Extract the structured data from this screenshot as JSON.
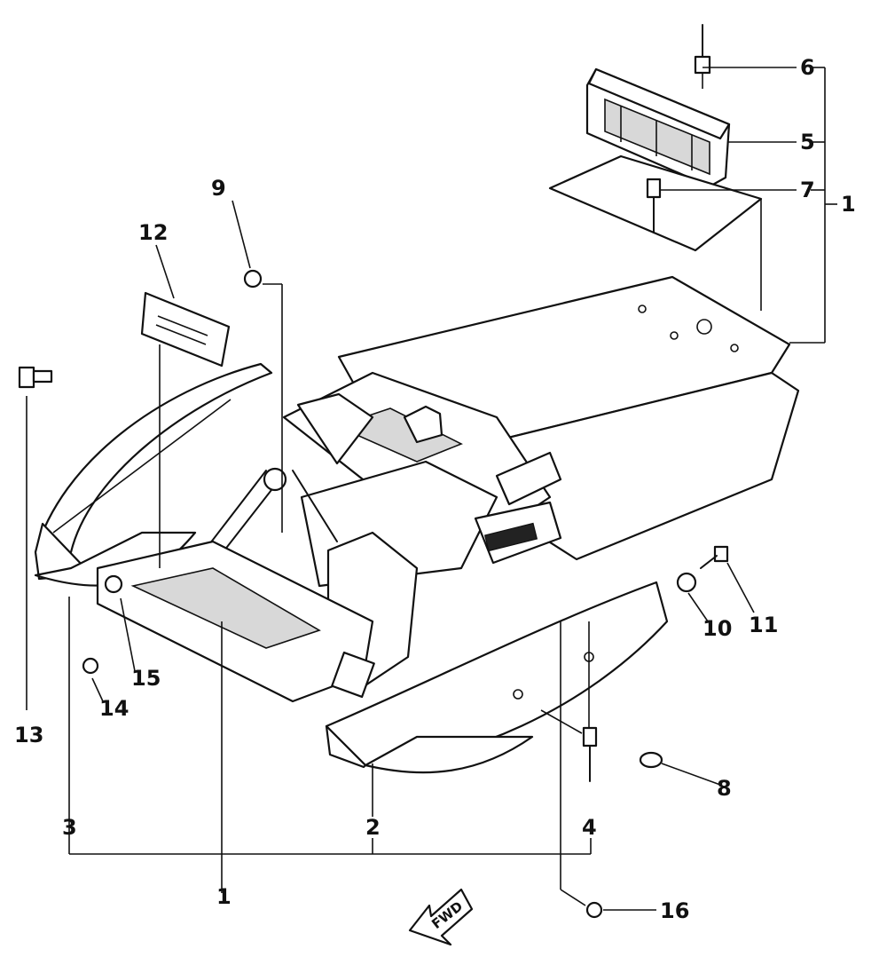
{
  "callouts": {
    "c1a": "1",
    "c1b": "1",
    "c2": "2",
    "c3": "3",
    "c4": "4",
    "c5": "5",
    "c6": "6",
    "c7": "7",
    "c8": "8",
    "c9": "9",
    "c10": "10",
    "c11": "11",
    "c12": "12",
    "c13": "13",
    "c14": "14",
    "c15": "15",
    "c16": "16"
  },
  "direction_arrow": {
    "label": "FWD"
  }
}
